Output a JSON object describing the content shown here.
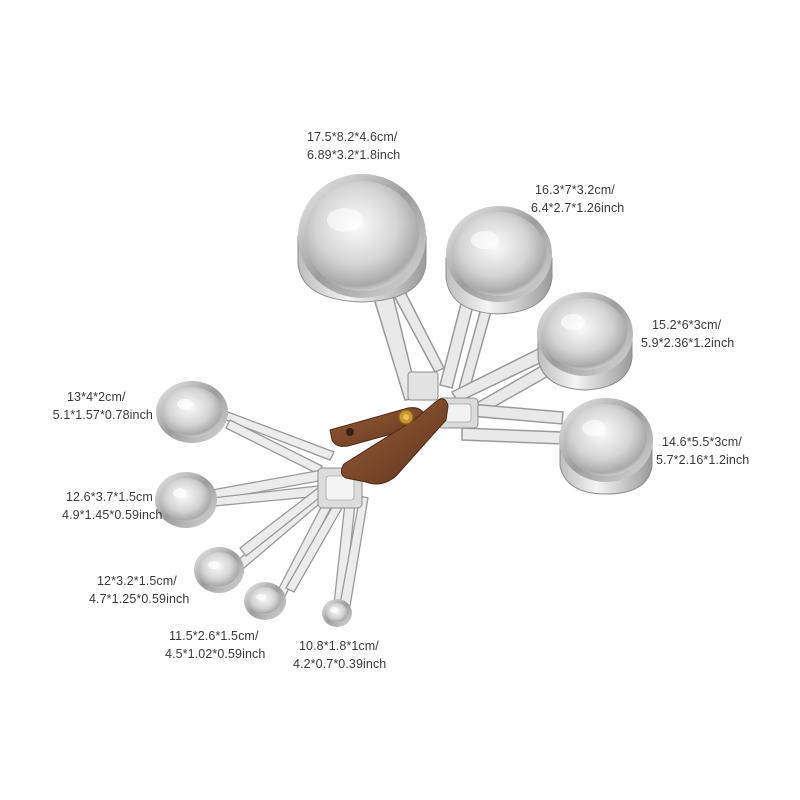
{
  "labels": {
    "cup_1": {
      "cm": "17.5*8.2*4.6cm/",
      "inch": "6.89*3.2*1.8inch"
    },
    "cup_2": {
      "cm": "16.3*7*3.2cm/",
      "inch": "6.4*2.7*1.26inch"
    },
    "cup_3": {
      "cm": "15.2*6*3cm/",
      "inch": "5.9*2.36*1.2inch"
    },
    "cup_4": {
      "cm": "14.6*5.5*3cm/",
      "inch": "5.7*2.16*1.2inch"
    },
    "spoon_1": {
      "cm": "13*4*2cm/",
      "inch": "5.1*1.57*0.78inch"
    },
    "spoon_2": {
      "cm": "12.6*3.7*1.5cm",
      "inch": "4.9*1.45*0.59inch"
    },
    "spoon_3": {
      "cm": "12*3.2*1.5cm/",
      "inch": "4.7*1.25*0.59inch"
    },
    "spoon_4": {
      "cm": "11.5*2.6*1.5cm/",
      "inch": "4.5*1.02*0.59inch"
    },
    "spoon_5": {
      "cm": "10.8*1.8*1cm/",
      "inch": "4.2*0.7*0.39inch"
    }
  },
  "colors": {
    "background": "#ffffff",
    "steel_light": "#f2f2f2",
    "steel_mid": "#c9c9c9",
    "steel_dark": "#8e8e8e",
    "leather": "#7a4a2c",
    "brass": "#c9962e",
    "text": "#3a3a3a"
  }
}
